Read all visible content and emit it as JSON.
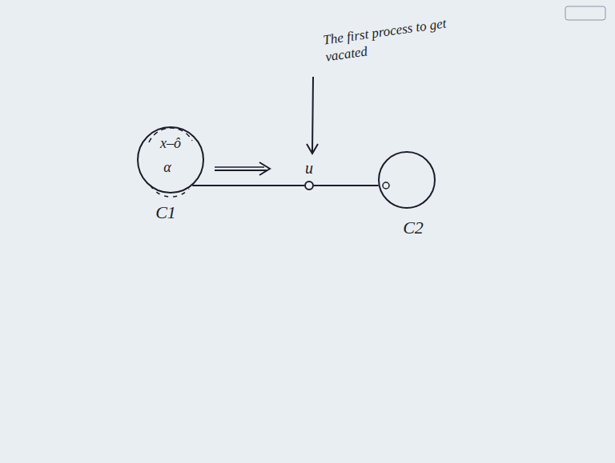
{
  "diagram": {
    "nodes": [
      {
        "text": [
          "x–ô",
          "α",
          "C1"
        ]
      },
      {
        "text": [
          "u"
        ]
      },
      {
        "text": [
          "C2"
        ]
      }
    ],
    "edges": [
      {
        "from": 0,
        "to": 1,
        "arrow": "none"
      },
      {
        "from": 1,
        "to": 2,
        "arrow": "none"
      }
    ],
    "labels": [
      "The first process to get vacated"
    ]
  }
}
